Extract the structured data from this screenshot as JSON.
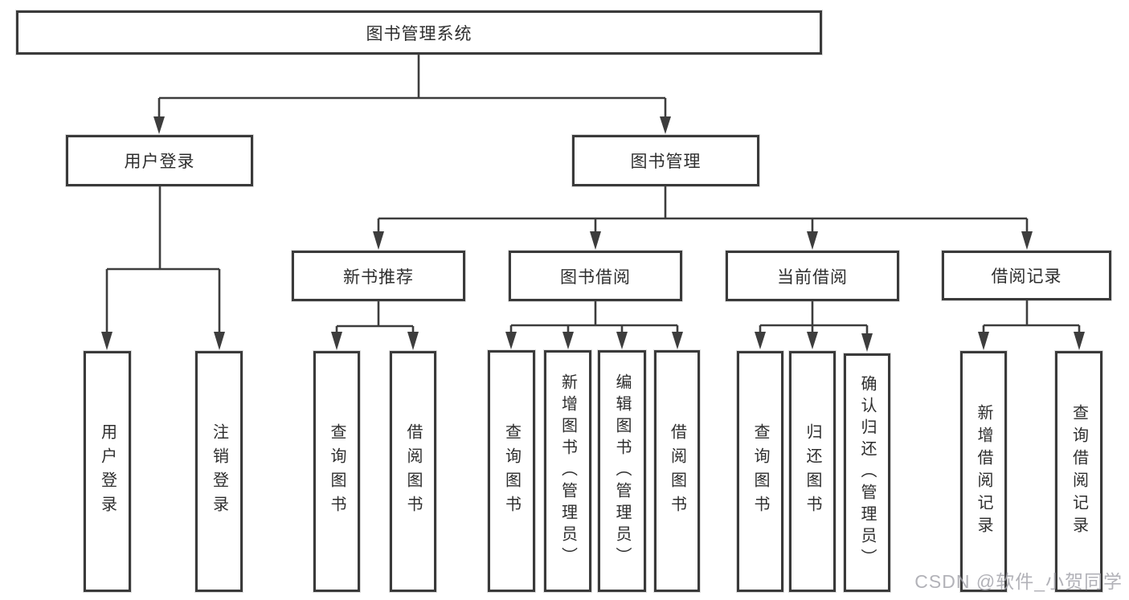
{
  "diagram": {
    "root": {
      "label": "图书管理系统"
    },
    "level2": [
      {
        "label": "用户登录"
      },
      {
        "label": "图书管理"
      }
    ],
    "level3": [
      {
        "label": "新书推荐"
      },
      {
        "label": "图书借阅"
      },
      {
        "label": "当前借阅"
      },
      {
        "label": "借阅记录"
      }
    ],
    "leaves": {
      "user_login": [
        {
          "label": "用户登录"
        },
        {
          "label": "注销登录"
        }
      ],
      "new_book": [
        {
          "label": "查询图书"
        },
        {
          "label": "借阅图书"
        }
      ],
      "book_borrow": [
        {
          "label": "查询图书"
        },
        {
          "label": "新增图书（管理员）"
        },
        {
          "label": "编辑图书（管理员）"
        },
        {
          "label": "借阅图书"
        }
      ],
      "current_borrow": [
        {
          "label": "查询图书"
        },
        {
          "label": "归还图书"
        },
        {
          "label": "确认归还（管理员）"
        }
      ],
      "borrow_record": [
        {
          "label": "新增借阅记录"
        },
        {
          "label": "查询借阅记录"
        }
      ]
    }
  },
  "watermark": {
    "text": "CSDN @软件_小贺同学"
  },
  "colors": {
    "line": "#3d3d3d",
    "box_border": "#3a3a3a",
    "text": "#2e2e2e",
    "watermark": "#a5a5ac",
    "background": "#ffffff"
  }
}
